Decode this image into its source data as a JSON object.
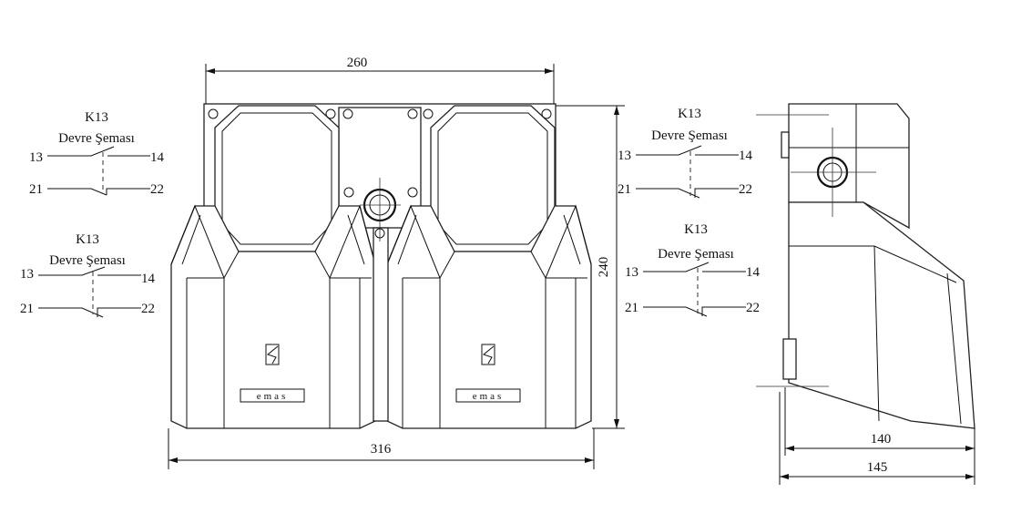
{
  "dimensions": {
    "front_width_top": "260",
    "front_height": "240",
    "front_width_bottom": "316",
    "side_depth_inner": "140",
    "side_depth_outer": "145"
  },
  "schematics": [
    {
      "title": "K13",
      "subtitle": "Devre Şeması",
      "no_a": "13",
      "no_b": "14",
      "nc_a": "21",
      "nc_b": "22"
    },
    {
      "title": "K13",
      "subtitle": "Devre Şeması",
      "no_a": "13",
      "no_b": "14",
      "nc_a": "21",
      "nc_b": "22"
    },
    {
      "title": "K13",
      "subtitle": "Devre Şeması",
      "no_a": "13",
      "no_b": "14",
      "nc_a": "21",
      "nc_b": "22"
    },
    {
      "title": "K13",
      "subtitle": "Devre Şeması",
      "no_a": "13",
      "no_b": "14",
      "nc_a": "21",
      "nc_b": "22"
    }
  ],
  "brand": "emas"
}
